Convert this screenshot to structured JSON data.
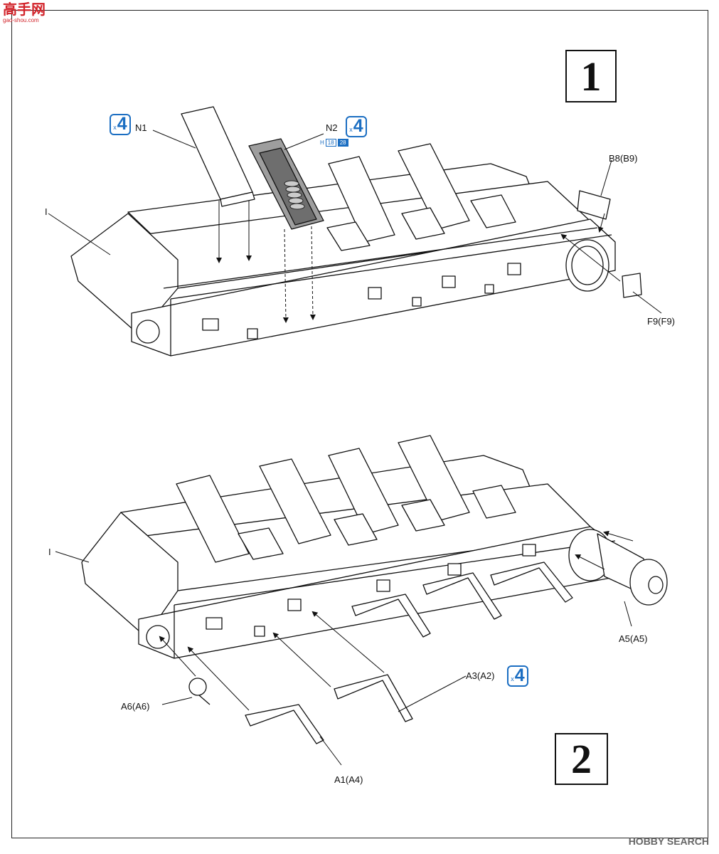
{
  "watermark_top": {
    "title": "高手网",
    "url": "gao-shou.com"
  },
  "watermark_bottom": "HOBBY SEARCH",
  "step1": {
    "number": "1",
    "labels": {
      "n1": "N1",
      "n2": "N2",
      "n2_chip_a": "H",
      "n2_chip_b": "18",
      "n2_chip_c": "28",
      "i": "I",
      "b8": "B8(B9)",
      "f9": "F9(F9)"
    },
    "qty_n1": {
      "x": "x",
      "n": "4"
    },
    "qty_n2": {
      "x": "x",
      "n": "4"
    }
  },
  "step2": {
    "number": "2",
    "labels": {
      "i": "I",
      "a5": "A5(A5)",
      "a3": "A3(A2)",
      "a6": "A6(A6)",
      "a1": "A1(A4)"
    },
    "qty_a3": {
      "x": "x",
      "n": "4"
    }
  },
  "colors": {
    "qty_blue": "#1b6ec2",
    "line": "#111111",
    "watermark_red": "#d2232a"
  }
}
